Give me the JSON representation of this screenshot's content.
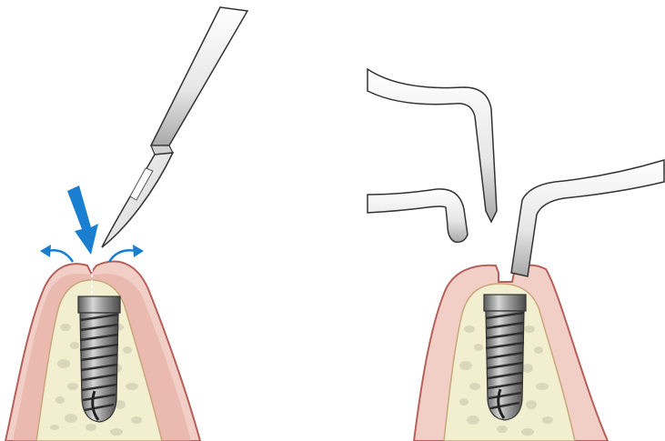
{
  "figure": {
    "panels": [
      {
        "id": "left",
        "elements": [
          "scalpel",
          "incision-arrow",
          "flap-reflection-arrows",
          "gingiva",
          "bone",
          "implant"
        ]
      },
      {
        "id": "right",
        "elements": [
          "periosteal-elevator",
          "dental-instrument",
          "gingiva",
          "bone",
          "implant"
        ]
      }
    ],
    "colors": {
      "gingiva_outer": "#e3a89f",
      "gingiva_inner": "#f1cfc6",
      "bone": "#f2efd0",
      "trabecular": "#d9d6bb",
      "implant_dark": "#4a4a4a",
      "implant_mid": "#8c8c8c",
      "instrument_light": "#ececec",
      "arrow": "#1a7fd0"
    }
  }
}
